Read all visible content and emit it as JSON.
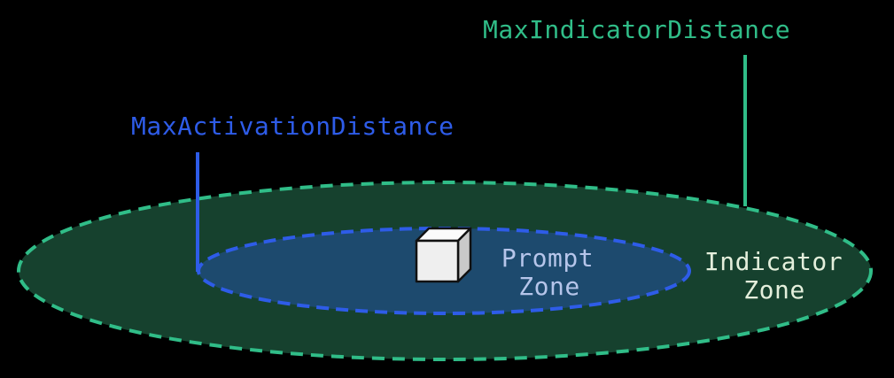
{
  "diagram": {
    "background": "#000000",
    "callouts": {
      "max_indicator": {
        "label": "MaxIndicatorDistance",
        "color": "#30bd88"
      },
      "max_activation": {
        "label": "MaxActivationDistance",
        "color": "#2e5ce8"
      }
    },
    "zones": {
      "indicator": {
        "label_line1": "Indicator",
        "label_line2": "Zone",
        "fill": "#16412e",
        "stroke": "#30bd88",
        "label_color": "#e4efdc"
      },
      "prompt": {
        "label_line1": "Prompt",
        "label_line2": "Zone",
        "fill": "#1d4a6e",
        "stroke": "#2e5ce8",
        "label_color": "#b6c5ea"
      }
    },
    "cube": {
      "front_color": "#efefef",
      "top_color": "#fbfbfb",
      "side_color": "#c9c9c9",
      "outline_color": "#111111"
    }
  }
}
